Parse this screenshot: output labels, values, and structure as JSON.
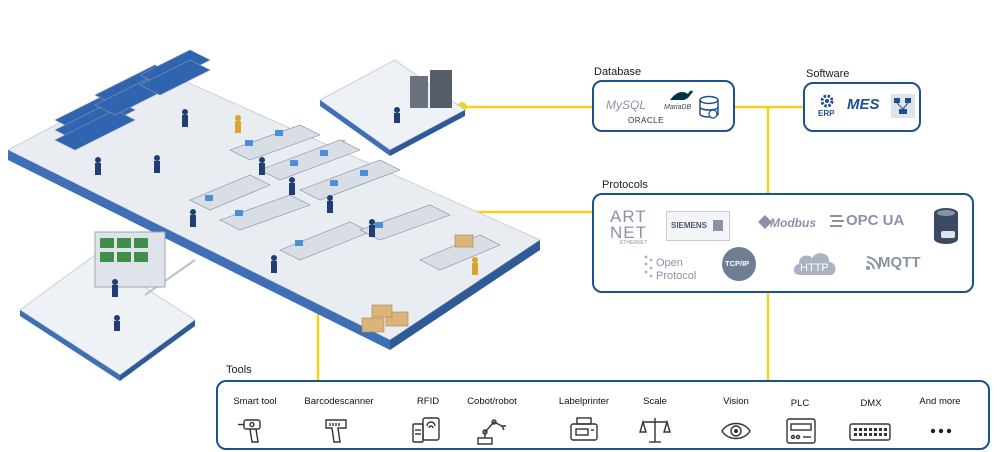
{
  "database": {
    "title": "Database",
    "logos": [
      "MySQL",
      "MariaDB",
      "ORACLE",
      "database-icon"
    ]
  },
  "software": {
    "title": "Software",
    "logos": [
      "ERP",
      "MES"
    ]
  },
  "protocols": {
    "title": "Protocols",
    "logos": {
      "artnet_line1": "ART",
      "artnet_line2": "NET",
      "artnet_sub": "ETHERNET",
      "siemens": "SIEMENS",
      "modbus": "Modbus",
      "opcua": "OPC UA",
      "open_protocol_1": "Open",
      "open_protocol_2": "Protocol",
      "tcpip": "TCP/IP",
      "http": "HTTP",
      "mqtt": "MQTT"
    }
  },
  "tools": {
    "title": "Tools",
    "items": [
      {
        "label": "Smart tool",
        "icon": "smart-tool-icon"
      },
      {
        "label": "Barcodescanner",
        "icon": "barcode-scanner-icon"
      },
      {
        "label": "RFID",
        "icon": "rfid-icon"
      },
      {
        "label": "Cobot/robot",
        "icon": "robot-arm-icon"
      },
      {
        "label": "Labelprinter",
        "icon": "label-printer-icon"
      },
      {
        "label": "Scale",
        "icon": "scale-icon"
      },
      {
        "label": "Vision",
        "icon": "vision-eye-icon"
      },
      {
        "label": "PLC",
        "icon": "plc-icon"
      },
      {
        "label": "DMX",
        "icon": "dmx-icon"
      },
      {
        "label": "And more",
        "icon": "more-dots-icon"
      }
    ]
  },
  "colors": {
    "box_border": "#1e4f8f",
    "connector": "#f2d31b",
    "logo_grey": "#8a93a6"
  }
}
